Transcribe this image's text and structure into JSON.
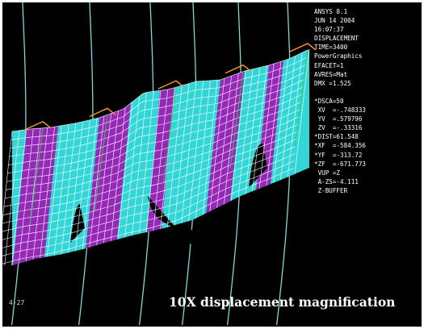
{
  "viewer": {
    "info_lines": [
      "ANSYS 8.1",
      "JUN 14 2004",
      "16:07:37",
      "DISPLACEMENT",
      "TIME=3400",
      "PowerGraphics",
      "EFACET=1",
      "AVRES=Mat",
      "DMX =1.525",
      "",
      "*DSCA=50",
      " XV  =-.748333",
      " YV  =.579796",
      " ZV  =-.33316",
      "*DIST=61.548",
      "*XF  =-584.356",
      "*YF  =-313.72",
      "*ZF  =-671.773",
      " VUP =Z",
      " A-ZS=-4.111",
      " Z-BUFFER"
    ],
    "window_label": "4-27",
    "caption": "10X displacement magnification"
  },
  "colors": {
    "background": "#000000",
    "mesh_cyan": "#33d6d6",
    "band_magenta": "#9b1fb4",
    "grid_lines": "#ffffff",
    "contour_lines": "#7fd8d8",
    "stiffener_orange": "#ff9c2a",
    "stiffener_green": "#2ecc55"
  }
}
